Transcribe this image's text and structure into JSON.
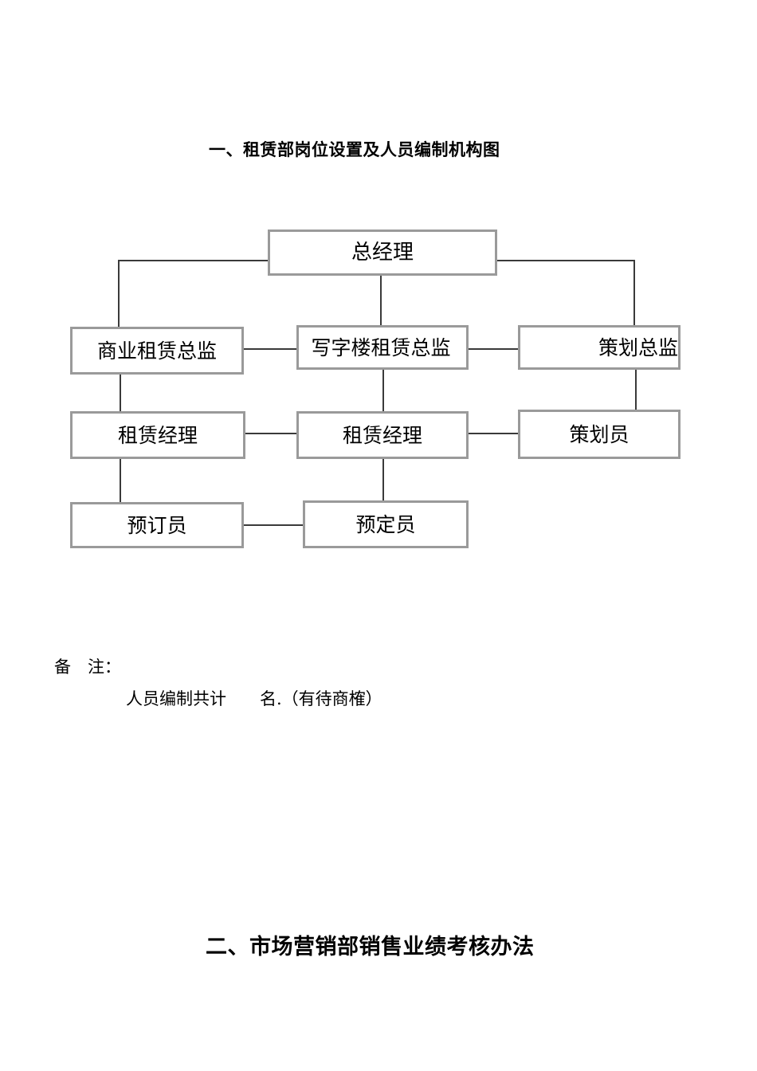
{
  "document": {
    "headings": {
      "section_one": "一、租赁部岗位设置及人员编制机构图",
      "section_two": "二、市场营销部销售业绩考核办法"
    },
    "notes": {
      "label": "备　注：",
      "body": "人员编制共计　　名.（有待商榷）"
    }
  },
  "org_chart": {
    "nodes": {
      "general_manager": "总经理",
      "director_retail_leasing": "商业租赁总监",
      "director_office_leasing": "写字楼租赁总监",
      "director_planning": "策划总监",
      "manager_leasing_left": "租赁经理",
      "manager_leasing_mid": "租赁经理",
      "planner": "策划员",
      "booking_clerk_left": "预订员",
      "booking_clerk_mid": "预定员"
    },
    "colors": {
      "node_border": "#9a9a9a",
      "connector": "#3a3a3a",
      "text": "#000000",
      "background": "#ffffff"
    }
  }
}
